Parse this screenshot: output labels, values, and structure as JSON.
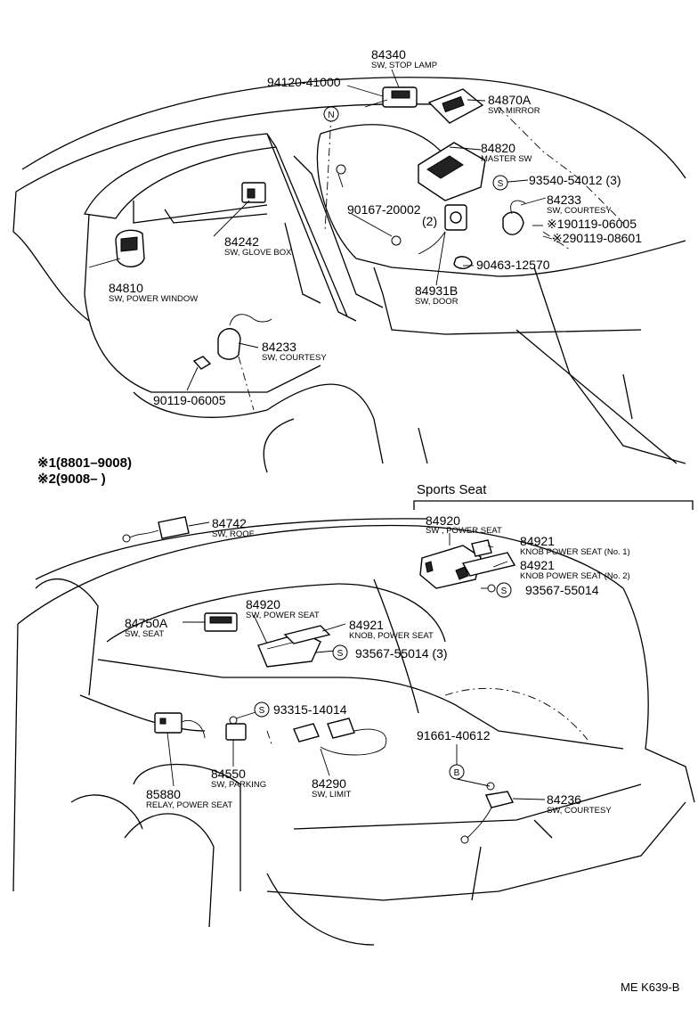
{
  "parts": {
    "p84340": {
      "number": "84340",
      "name": "SW, STOP LAMP"
    },
    "p94120": {
      "number": "94120-41000"
    },
    "p84870a": {
      "number": "84870A",
      "name": "SW, MIRROR"
    },
    "p84820": {
      "number": "84820",
      "name": "MASTER SW"
    },
    "p93540": {
      "number": "93540-54012 (3)"
    },
    "p84233r": {
      "number": "84233",
      "name": "SW, COURTESY"
    },
    "p90119r1": {
      "number": "※190119-06005"
    },
    "p90119r2": {
      "number": "※290119-08601"
    },
    "p90167": {
      "number": "90167-20002",
      "qty": "(2)"
    },
    "p90463": {
      "number": "90463-12570"
    },
    "p84931b": {
      "number": "84931B",
      "name": "SW, DOOR"
    },
    "p84242": {
      "number": "84242",
      "name": "SW, GLOVE BOX"
    },
    "p84810": {
      "number": "84810",
      "name": "SW, POWER WINDOW"
    },
    "p84233l": {
      "number": "84233",
      "name": "SW, COURTESY"
    },
    "p90119l": {
      "number": "90119-06005"
    },
    "p84742": {
      "number": "84742",
      "name": "SW, ROOF"
    },
    "p84750a": {
      "number": "84750A",
      "name": "SW, SEAT"
    },
    "p84920": {
      "number": "84920",
      "name": "SW, POWER SEAT"
    },
    "p84921": {
      "number": "84921",
      "name": "KNOB, POWER SEAT"
    },
    "p93567a": {
      "number": "93567-55014 (3)"
    },
    "p93315": {
      "number": "93315-14014"
    },
    "p84550": {
      "number": "84550",
      "name": "SW, PARKING"
    },
    "p84290": {
      "number": "84290",
      "name": "SW, LIMIT"
    },
    "p85880": {
      "number": "85880",
      "name": "RELAY, POWER SEAT"
    },
    "p91661": {
      "number": "91661-40612"
    },
    "p84236": {
      "number": "84236",
      "name": "SW, COURTESY"
    },
    "sp84920": {
      "number": "84920",
      "name": "SW , POWER SEAT"
    },
    "sp84921a": {
      "number": "84921",
      "name": "KNOB POWER SEAT (No. 1)"
    },
    "sp84921b": {
      "number": "84921",
      "name": "KNOB POWER SEAT (No. 2)"
    },
    "sp93567": {
      "number": "93567-55014"
    }
  },
  "notes": {
    "note1": "※1(8801–9008)",
    "note2": "※2(9008–        )"
  },
  "sports_seat": {
    "title": "Sports Seat"
  },
  "callouts": {
    "n": "N",
    "s": "S",
    "b": "B"
  },
  "footer": {
    "ref": "ME K639-B"
  }
}
